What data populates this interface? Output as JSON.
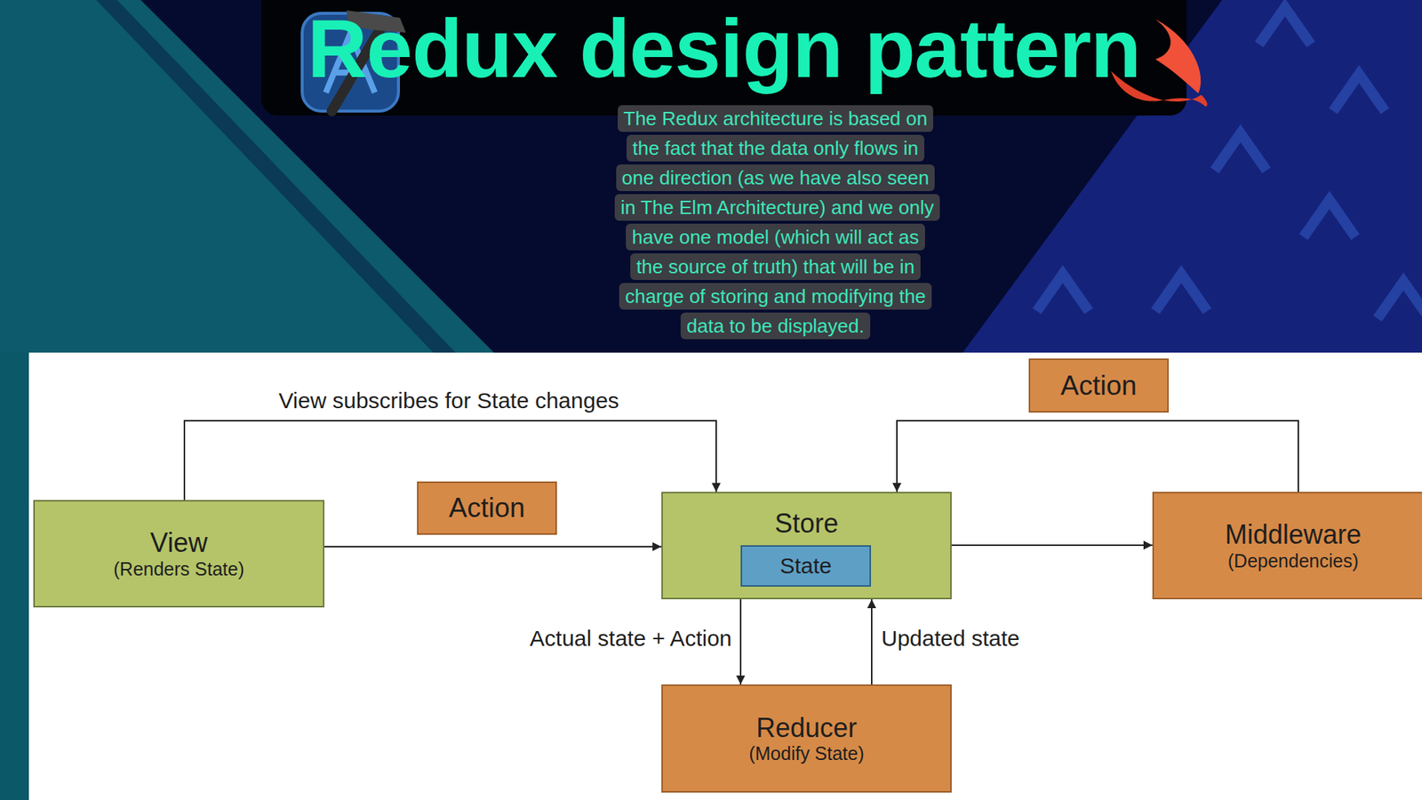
{
  "diagram": {
    "title": "Redux design pattern",
    "caption": "The Redux architecture is based on the fact that the data only flows in one direction (as we have also seen in The Elm Architecture) and we only have one model (which will act as the source of truth) that will be in charge of storing and modifying the data to be displayed.",
    "nodes": [
      {
        "text": [
          "View",
          "(Renders State)"
        ]
      },
      {
        "text": [
          "Store"
        ]
      },
      {
        "text": [
          "State"
        ],
        "in": 1
      },
      {
        "text": [
          "Middleware",
          "(Dependencies)"
        ]
      },
      {
        "text": [
          "Reducer",
          "(Modify State)"
        ]
      }
    ],
    "edges": [
      {
        "from": 0,
        "to": 1,
        "label": "View subscribes for State changes",
        "arrow": "to"
      },
      {
        "from": 0,
        "to": 1,
        "label": "Action",
        "arrow": "to"
      },
      {
        "from": 1,
        "to": 3,
        "arrow": "to"
      },
      {
        "from": 3,
        "to": 1,
        "label": "Action",
        "arrow": "to"
      },
      {
        "from": 1,
        "to": 4,
        "label": "Actual state + Action",
        "arrow": "to"
      },
      {
        "from": 4,
        "to": 1,
        "label": "Updated state",
        "arrow": "to"
      }
    ]
  }
}
